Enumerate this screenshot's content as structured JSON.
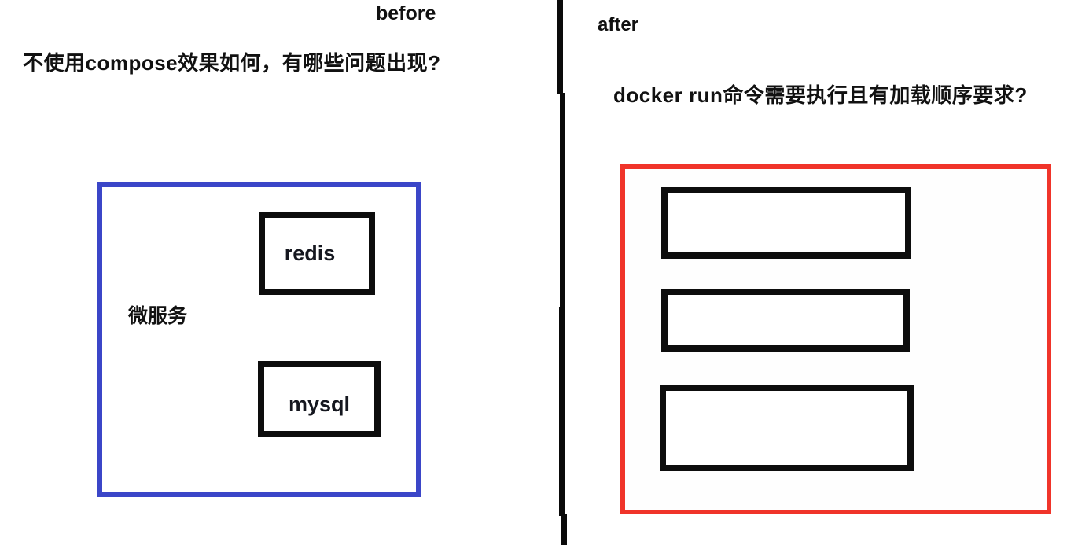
{
  "left_panel": {
    "title": "before",
    "question": "不使用compose效果如何，有哪些问题出现?",
    "container": {
      "label": "微服务",
      "border_color": "#3b46c8",
      "services": [
        {
          "name": "redis"
        },
        {
          "name": "mysql"
        }
      ]
    }
  },
  "right_panel": {
    "title": "after",
    "question": "docker run命令需要执行且有加载顺序要求?",
    "container": {
      "border_color": "#f0342a",
      "empty_box_count": 3,
      "empty_boxes": [
        {
          "label": ""
        },
        {
          "label": ""
        },
        {
          "label": ""
        }
      ]
    }
  },
  "colors": {
    "blue_container": "#3b46c8",
    "red_container": "#f0342a",
    "node_border": "#0d0d0d",
    "divider": "#0a0a0a",
    "text": "#111111"
  }
}
